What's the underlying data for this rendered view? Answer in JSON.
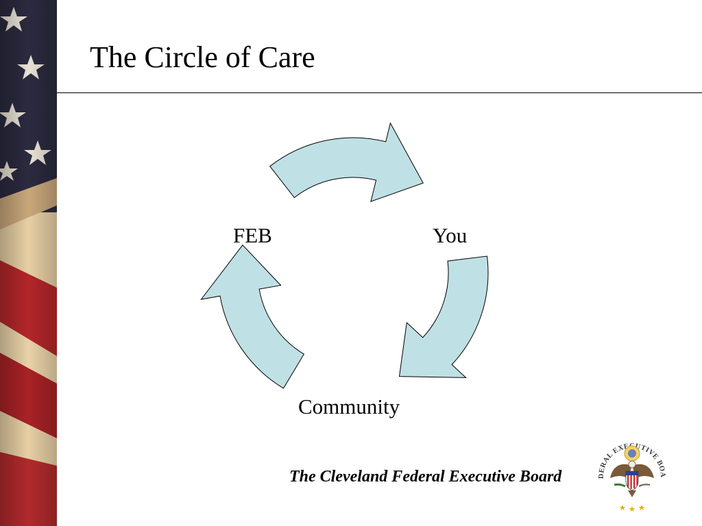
{
  "slide": {
    "title": "The Circle of Care",
    "footer": "The Cleveland Federal Executive Board"
  },
  "diagram": {
    "type": "cycle",
    "nodes": [
      "FEB",
      "You",
      "Community"
    ],
    "arrow_fill": "#bfe0e4",
    "arrow_stroke": "#000000"
  },
  "seal": {
    "text": "FEDERAL EXECUTIVE BOARD"
  },
  "colors": {
    "flag_red": "#b3262a",
    "flag_navy": "#2b2a3f",
    "flag_cream": "#e7cfa4"
  }
}
